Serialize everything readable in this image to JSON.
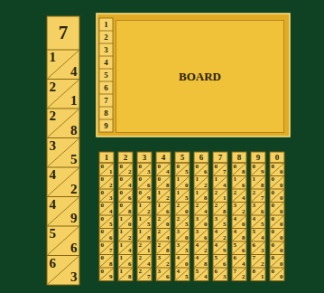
{
  "diagram": {
    "nodes": [
      {
        "text": [
          "BOARD"
        ]
      }
    ],
    "labels": [
      "7",
      "1",
      "4",
      "2",
      "1",
      "2",
      "8",
      "3",
      "5",
      "4",
      "2",
      "4",
      "9",
      "5",
      "6",
      "6",
      "3",
      "1",
      "2",
      "3",
      "4",
      "5",
      "6",
      "7",
      "8",
      "9",
      "1",
      "0",
      "1",
      "0",
      "2",
      "0",
      "3",
      "0",
      "4",
      "0",
      "5",
      "0",
      "6",
      "0",
      "7",
      "0",
      "8",
      "0",
      "9",
      "2",
      "0",
      "2",
      "0",
      "4",
      "0",
      "6",
      "0",
      "8",
      "1",
      "0",
      "1",
      "2",
      "1",
      "4",
      "1",
      "6",
      "1",
      "8",
      "3",
      "0",
      "3",
      "0",
      "6",
      "0",
      "9",
      "1",
      "2",
      "1",
      "5",
      "1",
      "8",
      "2",
      "1",
      "2",
      "4",
      "2",
      "7",
      "4",
      "0",
      "4",
      "0",
      "8",
      "1",
      "2",
      "1",
      "6",
      "2",
      "0",
      "2",
      "4",
      "2",
      "8",
      "3",
      "2",
      "3",
      "6",
      "5",
      "0",
      "5",
      "1",
      "0",
      "1",
      "5",
      "2",
      "0",
      "2",
      "5",
      "3",
      "0",
      "3",
      "5",
      "4",
      "0",
      "4",
      "5",
      "6",
      "0",
      "6",
      "1",
      "2",
      "1",
      "8",
      "2",
      "4",
      "3",
      "0",
      "3",
      "6",
      "4",
      "2",
      "4",
      "8",
      "5",
      "4",
      "7",
      "0",
      "7",
      "1",
      "4",
      "2",
      "1",
      "2",
      "8",
      "3",
      "5",
      "4",
      "2",
      "4",
      "9",
      "5",
      "6",
      "6",
      "3",
      "8",
      "0",
      "8",
      "1",
      "6",
      "2",
      "4",
      "3",
      "2",
      "4",
      "0",
      "4",
      "8",
      "5",
      "6",
      "6",
      "4",
      "7",
      "2",
      "9",
      "0",
      "9",
      "1",
      "8",
      "2",
      "7",
      "3",
      "6",
      "4",
      "5",
      "5",
      "4",
      "6",
      "3",
      "7",
      "2",
      "8",
      "1",
      "0",
      "0",
      "0",
      "0",
      "0",
      "0",
      "0",
      "0",
      "0",
      "0",
      "0",
      "0",
      "0",
      "0",
      "0",
      "0",
      "0",
      "0",
      "0"
    ]
  }
}
